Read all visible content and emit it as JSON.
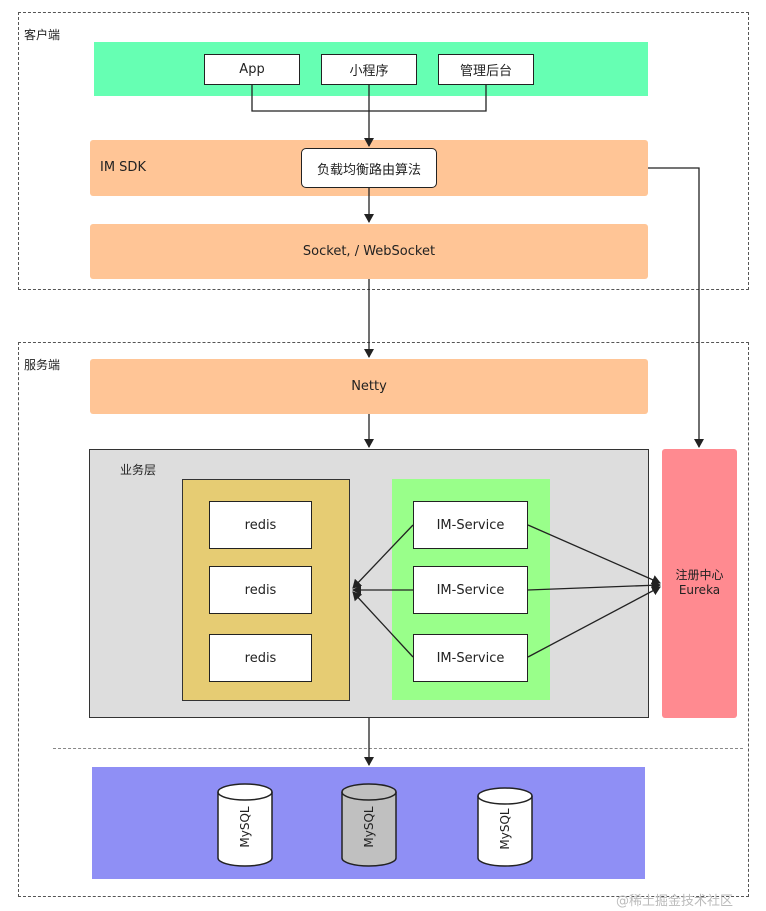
{
  "client": {
    "section_label": "客户端",
    "apps": [
      "App",
      "小程序",
      "管理后台"
    ],
    "sdk_label": "IM SDK",
    "lb_label": "负载均衡路由算法",
    "socket_label": "Socket, / WebSocket"
  },
  "server": {
    "section_label": "服务端",
    "netty_label": "Netty",
    "biz_label": "业务层",
    "redis": [
      "redis",
      "redis",
      "redis"
    ],
    "services": [
      "IM-Service",
      "IM-Service",
      "IM-Service"
    ],
    "registry_line1": "注册中心",
    "registry_line2": "Eureka",
    "db": [
      "MySQL",
      "MySQL",
      "MySQL"
    ]
  },
  "watermark": "@稀土掘金技术社区",
  "colors": {
    "green_bar": "#66ffb3",
    "orange": "#ffc596",
    "gray_panel": "#dddddd",
    "redis_panel": "#e6cc73",
    "service_panel": "#99ff8a",
    "registry": "#ff8a90",
    "db_panel": "#8f8ff5",
    "gray_cyl": "#c0c0c0"
  }
}
